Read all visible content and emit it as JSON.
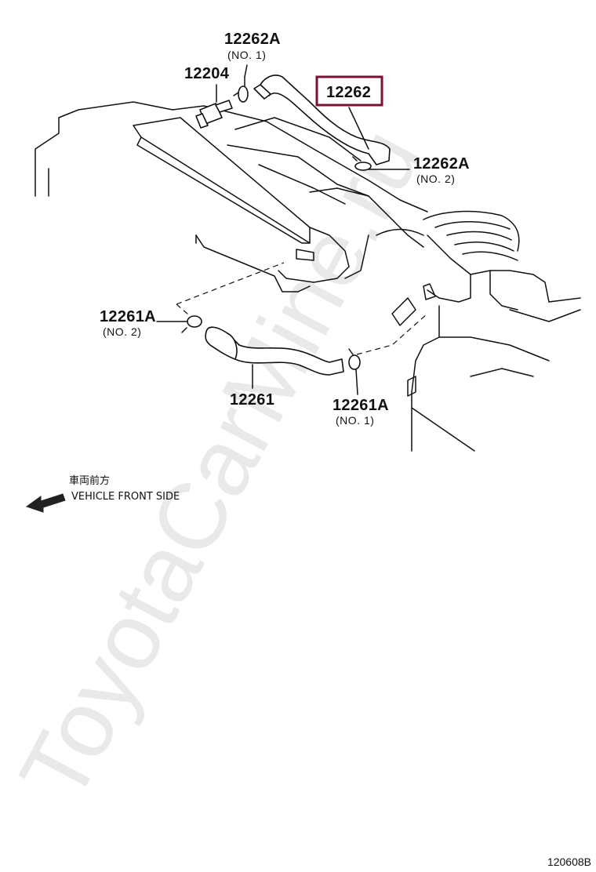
{
  "watermark": "ToyotaCarMine.ru",
  "callouts": {
    "hose_12262": "12262",
    "clamp_12262A_no1": {
      "number": "12262A",
      "sub": "(NO. 1)"
    },
    "valve_12204": "12204",
    "clamp_12262A_no2": {
      "number": "12262A",
      "sub": "(NO. 2)"
    },
    "clamp_12261A_no2": {
      "number": "12261A",
      "sub": "(NO. 2)"
    },
    "hose_12261": "12261",
    "clamp_12261A_no1": {
      "number": "12261A",
      "sub": "(NO. 1)"
    }
  },
  "highlight_color": "#7a1134",
  "direction_note": {
    "jp": "車両前方",
    "en": "VEHICLE FRONT SIDE",
    "icon": "front-arrow-icon"
  },
  "figure_id": "120608B"
}
